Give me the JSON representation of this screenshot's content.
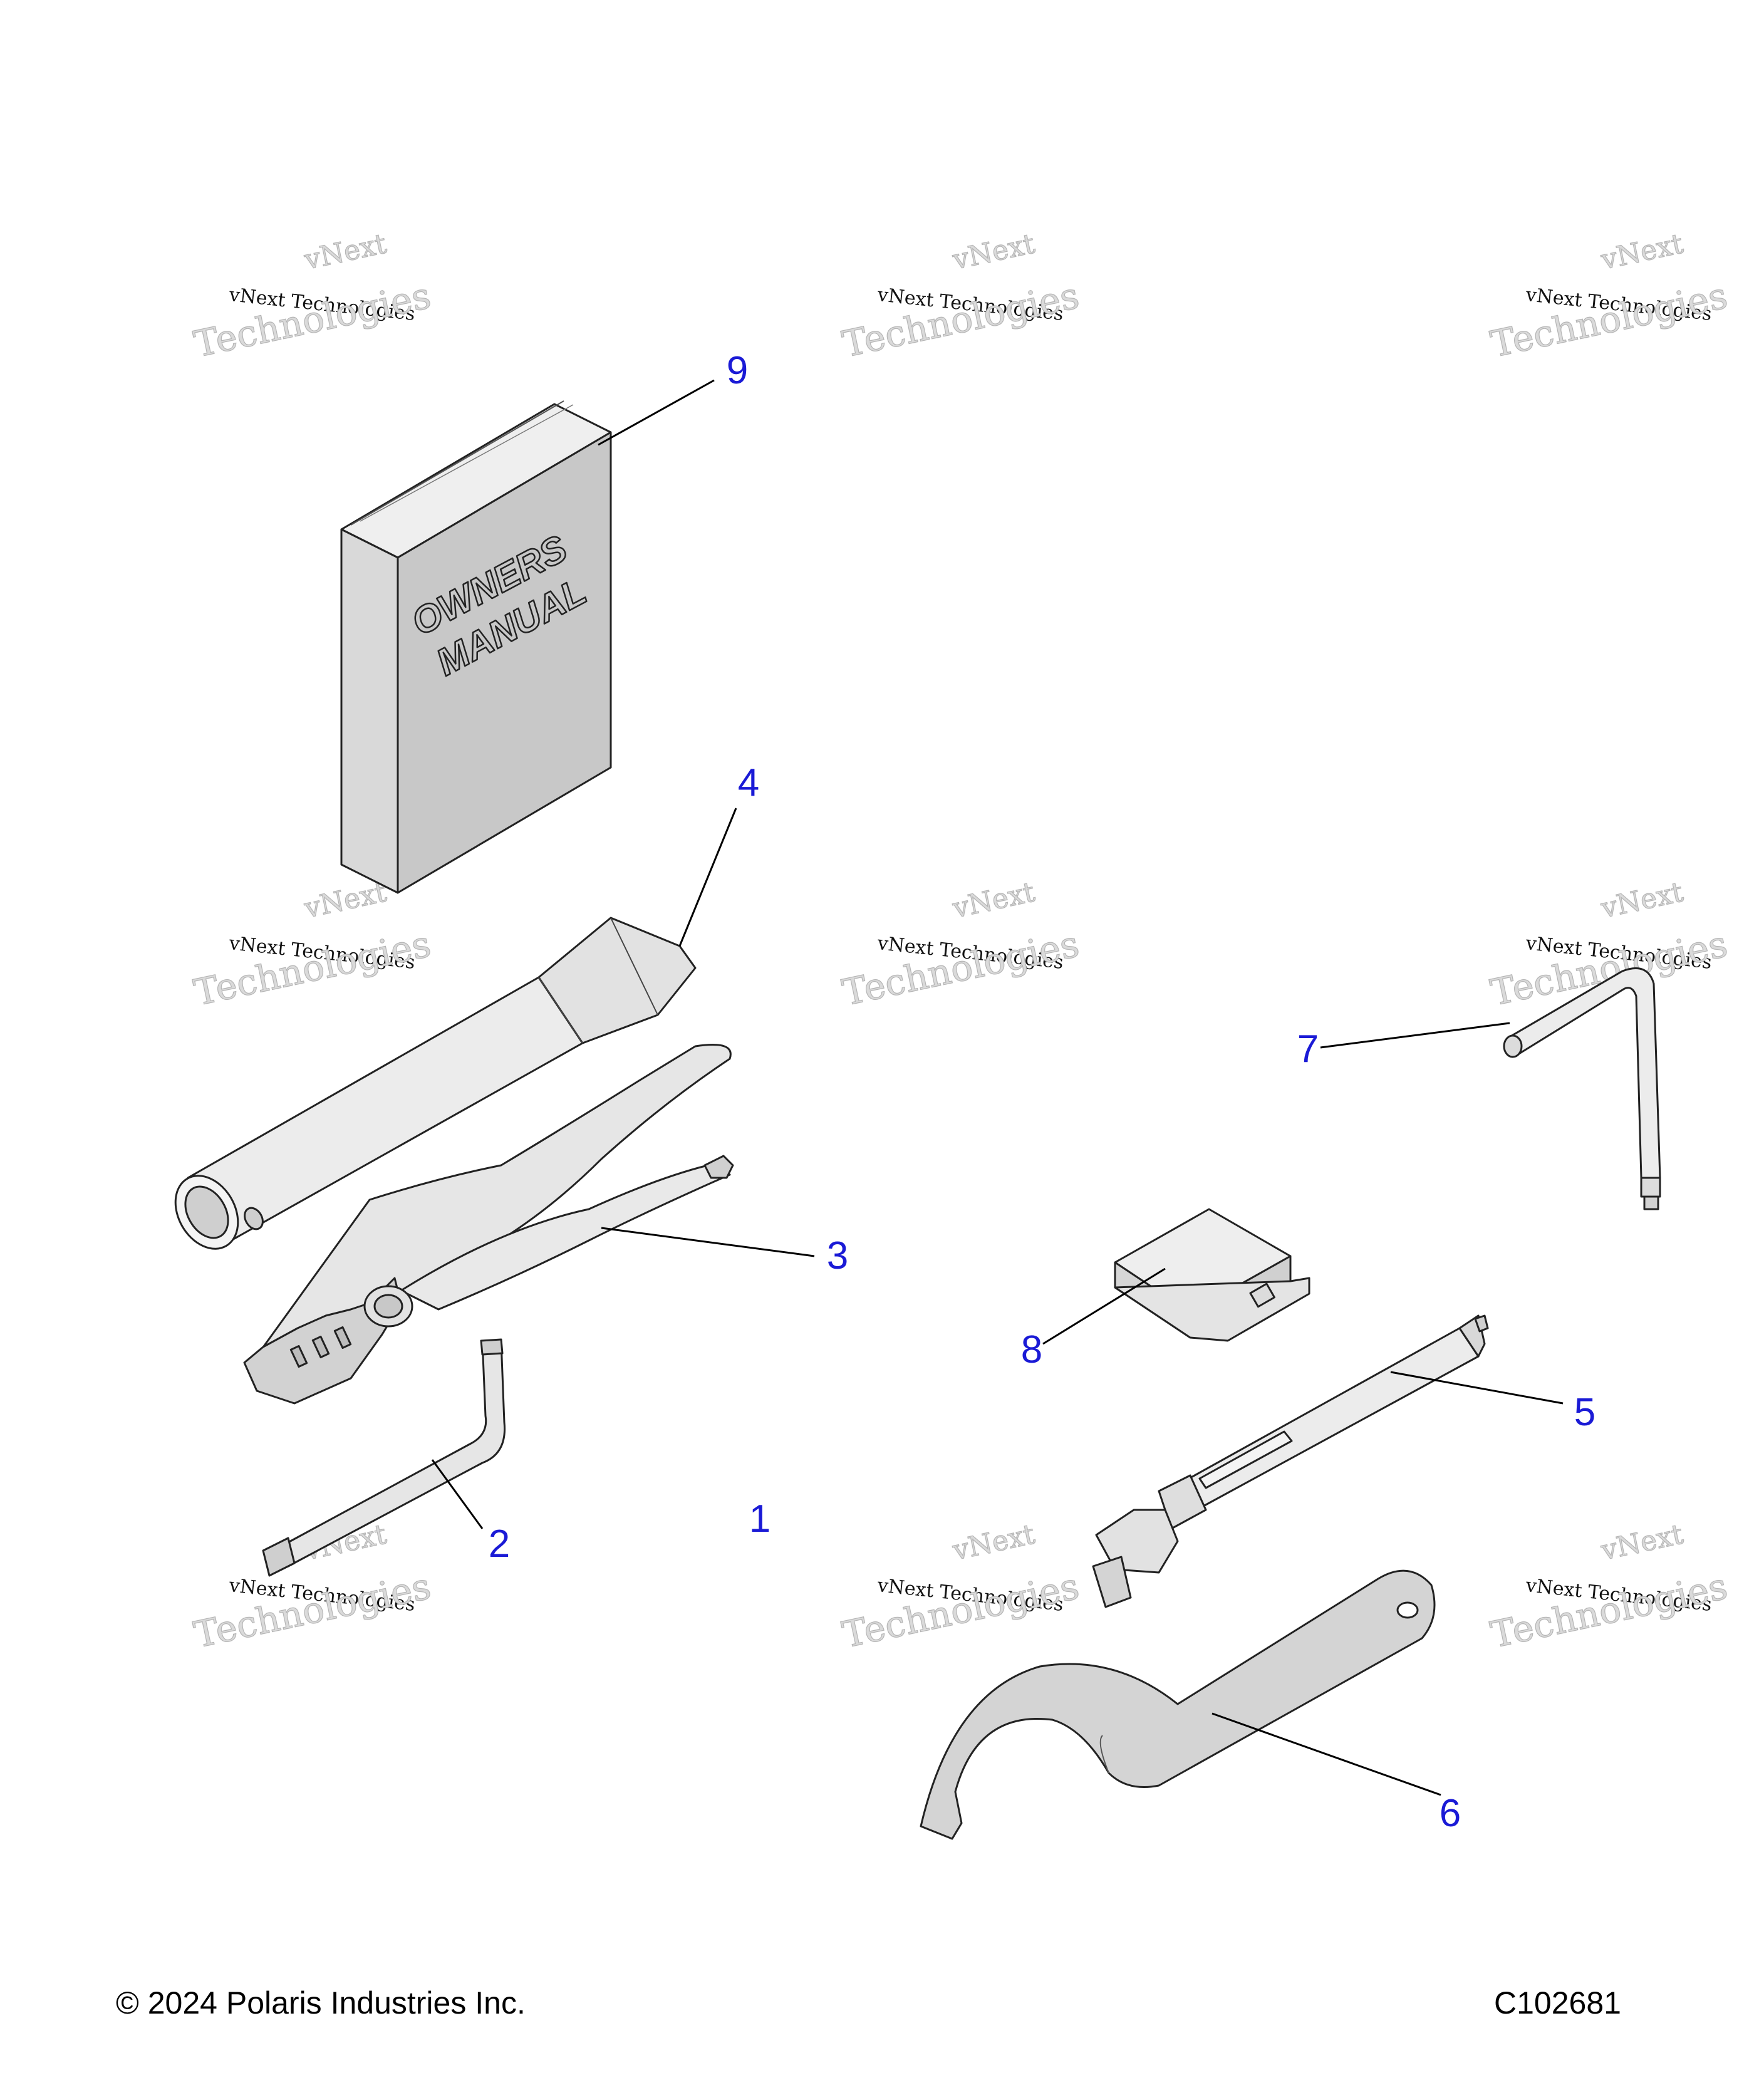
{
  "watermark": {
    "line1": "vNext",
    "line2": "vNext Technologies",
    "line3": "Technologies"
  },
  "manual": {
    "line1": "OWNERS",
    "line2": "MANUAL"
  },
  "callouts": {
    "c1": "1",
    "c2": "2",
    "c3": "3",
    "c4": "4",
    "c5": "5",
    "c6": "6",
    "c7": "7",
    "c8": "8",
    "c9": "9"
  },
  "footer": {
    "copyright": "© 2024 Polaris Industries Inc.",
    "code": "C102681"
  },
  "colors": {
    "callout": "#1a1ad6",
    "part_fill": "#e6e6e6",
    "part_dark": "#bdbdbd",
    "outline": "#222222",
    "watermark": "#cfcfcf"
  }
}
